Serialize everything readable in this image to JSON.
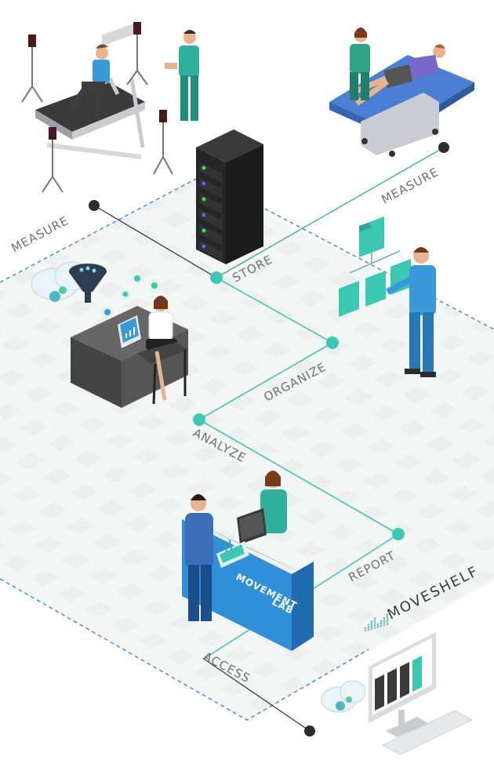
{
  "workflow": {
    "steps": {
      "measure_left": "MEASURE",
      "measure_right": "MEASURE",
      "store": "STORE",
      "organize": "ORGANIZE",
      "analyze": "ANALYZE",
      "report": "REPORT",
      "access": "ACCESS"
    }
  },
  "desk_sign": {
    "line1": "MOVEMENT",
    "line2": "LAB"
  },
  "brand": {
    "name": "MOVESHELF"
  },
  "colors": {
    "teal": "#3cc9b4",
    "dark_line": "#3a3a3a",
    "blue_dash": "#4a8fd6",
    "floor": "#f1f3f3",
    "desk_blue": "#2f8fd8",
    "server": "#2b2b2b"
  },
  "icons": [
    "treadmill-icon",
    "camera-tripod-icon",
    "clinician-icon",
    "patient-bed-icon",
    "server-rack-icon",
    "cloud-gear-icon",
    "data-funnel-icon",
    "analyst-desk-icon",
    "folder-tree-icon",
    "organizer-person-icon",
    "reception-desk-icon",
    "doctor-icon",
    "nurse-icon",
    "brand-logo-icon",
    "monitor-icon",
    "keyboard-icon"
  ]
}
